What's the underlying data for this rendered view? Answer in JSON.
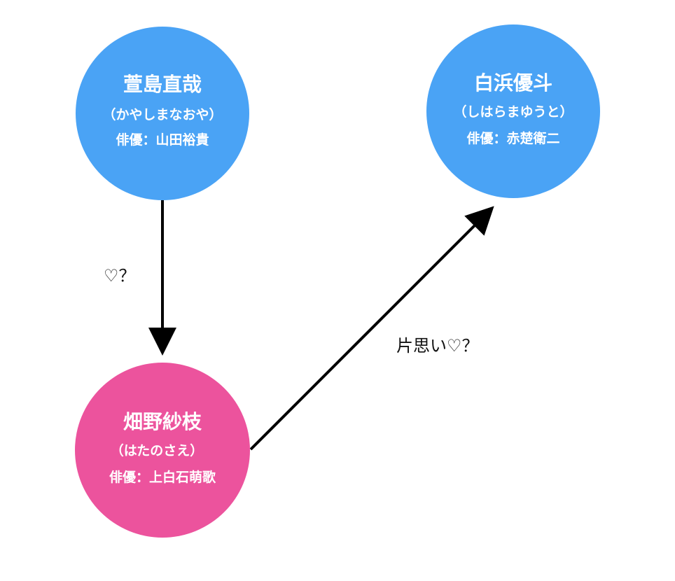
{
  "colors": {
    "male": "#4aa3f5",
    "female": "#ec539d",
    "edge": "#000000",
    "text_on_node": "#ffffff",
    "label": "#111111"
  },
  "nodes": [
    {
      "id": "kayashima",
      "gender": "male",
      "name": "萱島直哉",
      "reading": "（かやしまなおや）",
      "actor": "俳優：山田裕貴"
    },
    {
      "id": "shirahama",
      "gender": "male",
      "name": "白浜優斗",
      "reading": "（しはらまゆうと）",
      "actor": "俳優：赤楚衛二"
    },
    {
      "id": "hatano",
      "gender": "female",
      "name": "畑野紗枝",
      "reading": "（はたのさえ）",
      "actor": "俳優：上白石萌歌"
    }
  ],
  "edges": [
    {
      "from": "kayashima",
      "to": "hatano",
      "label": "♡？"
    },
    {
      "from": "hatano",
      "to": "shirahama",
      "label": "片思い♡？"
    }
  ]
}
